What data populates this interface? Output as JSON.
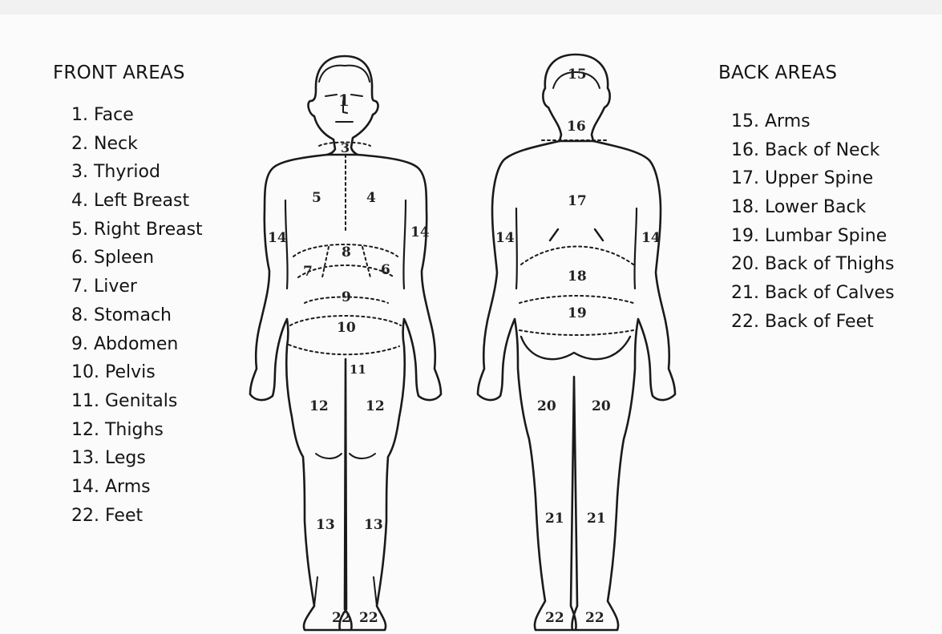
{
  "front": {
    "title": "FRONT AREAS",
    "items": [
      "1. Face",
      "2. Neck",
      "3. Thyriod",
      "4. Left Breast",
      "5. Right Breast",
      "6. Spleen",
      "7. Liver",
      "8. Stomach",
      "9. Abdomen",
      "10. Pelvis",
      "11. Genitals",
      "12. Thighs",
      "13. Legs",
      "14. Arms",
      "22. Feet"
    ]
  },
  "back": {
    "title": "BACK AREAS",
    "items": [
      "15. Arms",
      "16. Back of Neck",
      "17. Upper Spine",
      "18. Lower Back",
      "19. Lumbar Spine",
      "20. Back of Thighs",
      "21. Back of Calves",
      "22. Back of Feet"
    ]
  },
  "figure_numbers": {
    "front": [
      "1",
      "3",
      "4",
      "5",
      "6",
      "7",
      "8",
      "9",
      "10",
      "11",
      "12",
      "12",
      "13",
      "13",
      "14",
      "14",
      "22",
      "22"
    ],
    "back": [
      "15",
      "16",
      "17",
      "18",
      "19",
      "20",
      "20",
      "21",
      "21",
      "14",
      "14",
      "22",
      "22"
    ]
  },
  "colors": {
    "ink": "#141414",
    "line": "#1a1a1a",
    "background": "#fbfbfb"
  }
}
